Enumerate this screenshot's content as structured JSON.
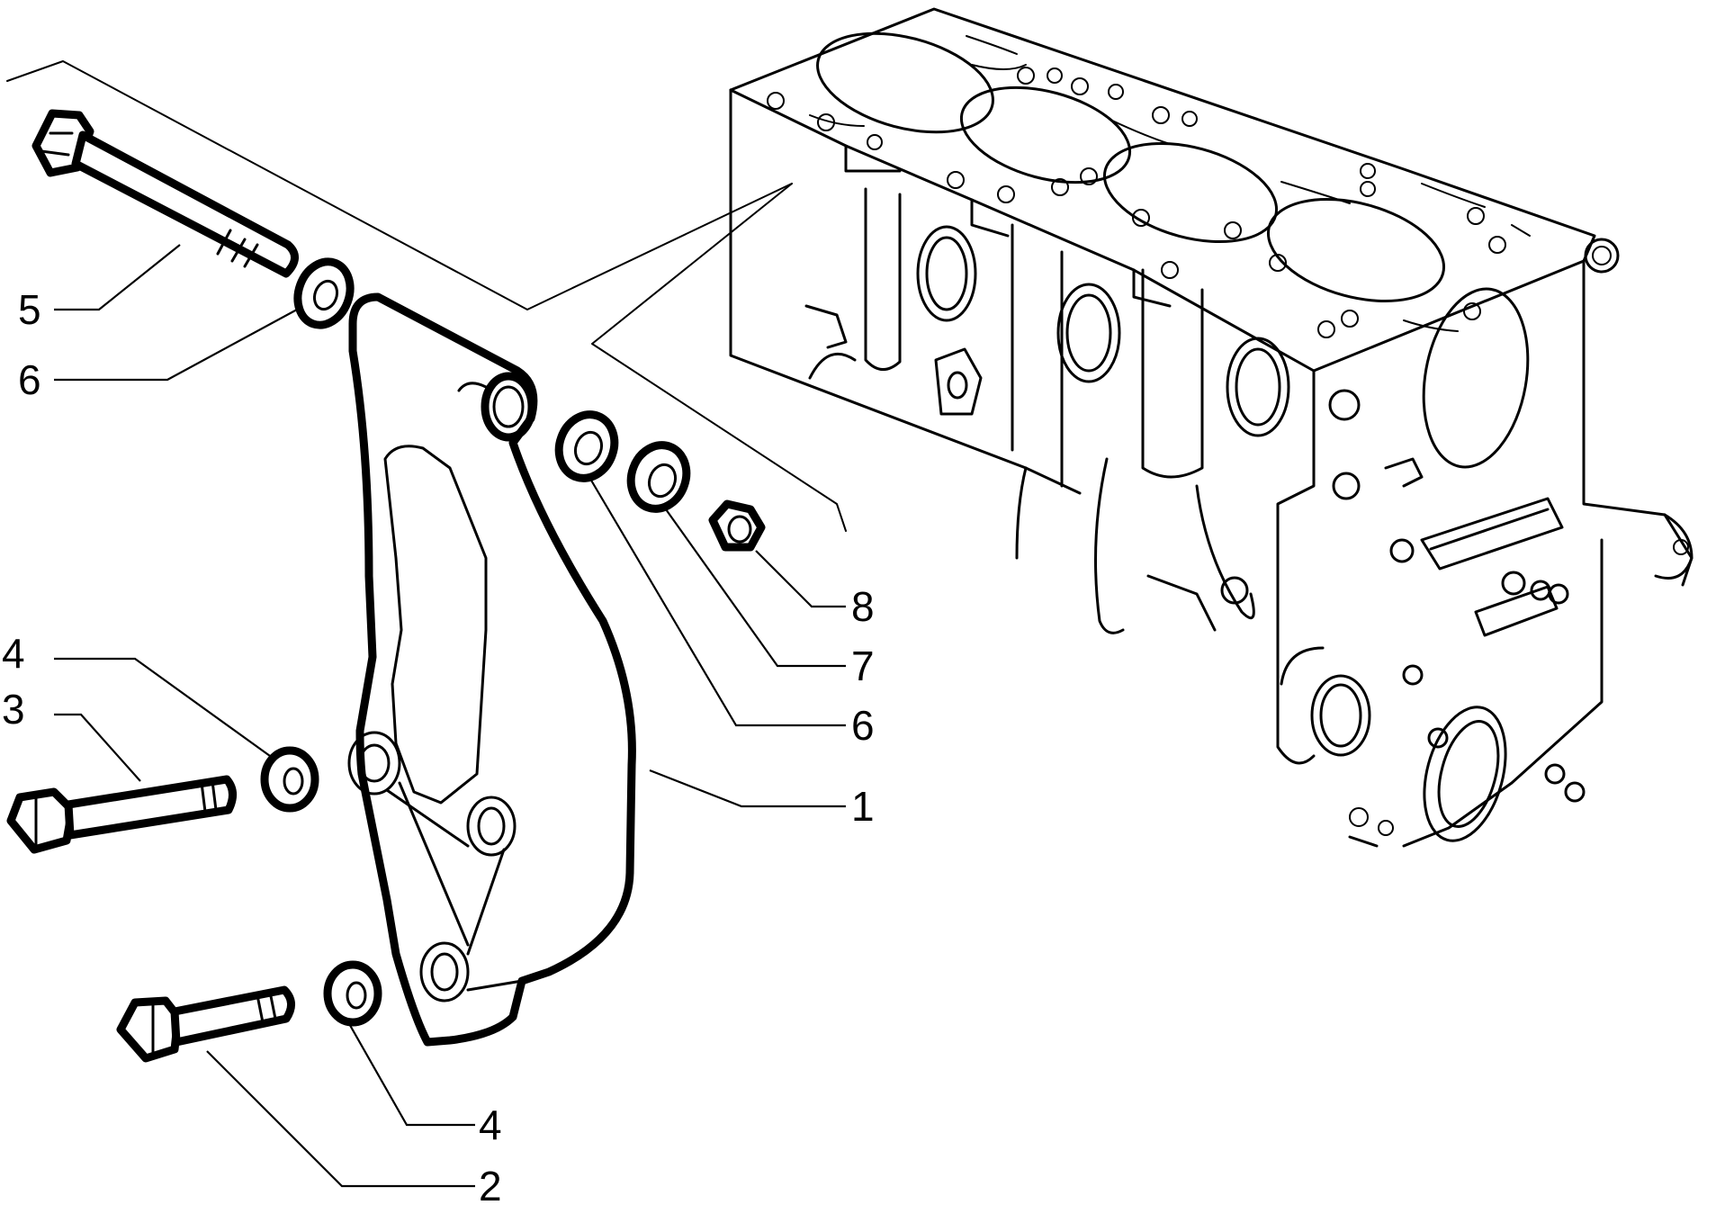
{
  "callouts": {
    "c1": "1",
    "c2": "2",
    "c3": "3",
    "c4a": "4",
    "c4b": "4",
    "c5": "5",
    "c6a": "6",
    "c6b": "6",
    "c7": "7",
    "c8": "8"
  }
}
